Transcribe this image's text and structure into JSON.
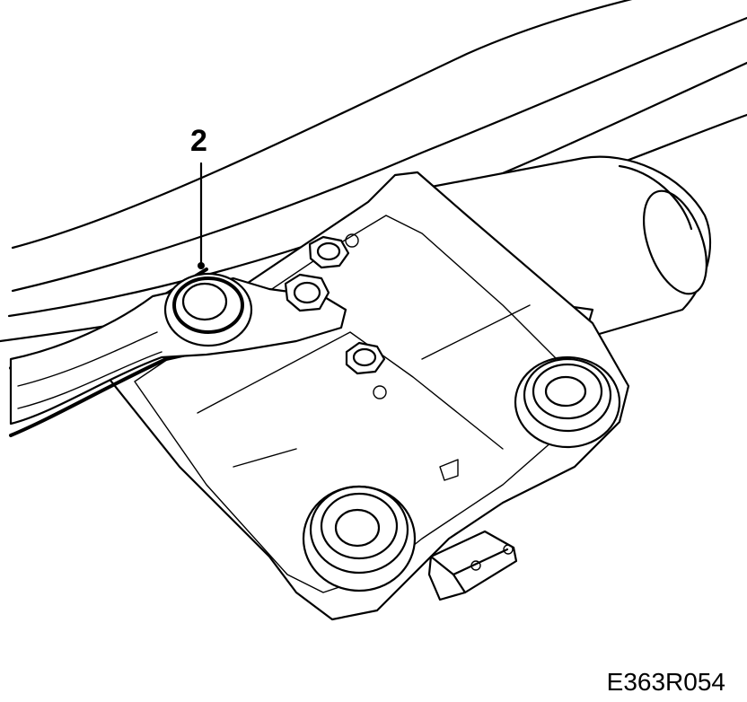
{
  "diagram": {
    "callout_number": "2",
    "figure_code": "E363R054",
    "parts": [
      "body-panel-contours",
      "wiper-linkage-arm",
      "linkage-pivot-bushing",
      "wiper-motor-housing",
      "motor-bracket",
      "mounting-bolt-1",
      "mounting-bolt-2",
      "mounting-bolt-3",
      "rubber-mount-right",
      "rubber-mount-lower",
      "electrical-connector"
    ]
  }
}
